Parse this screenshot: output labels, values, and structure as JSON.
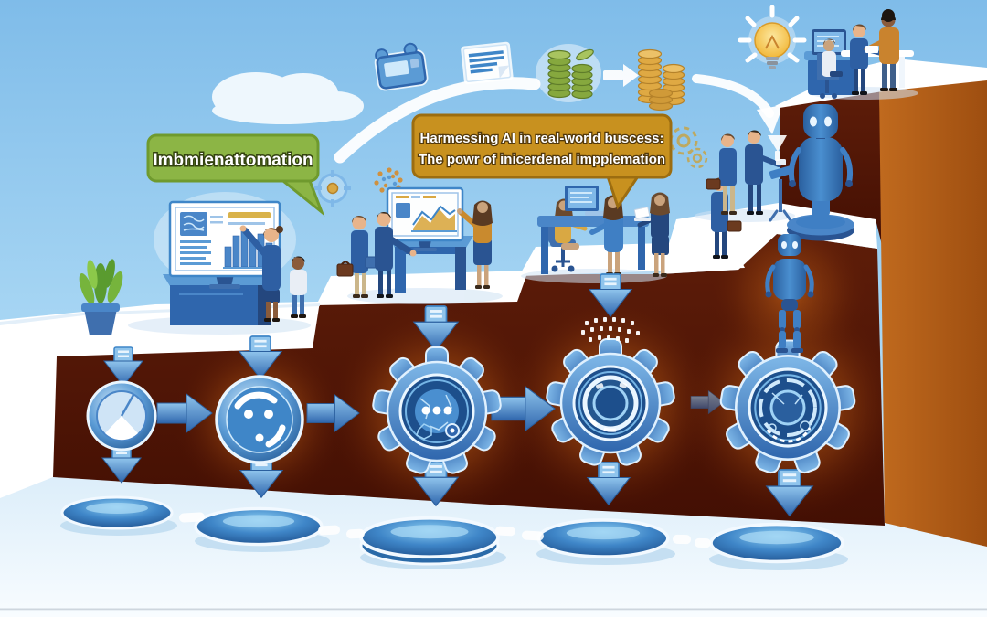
{
  "illustration": {
    "description": "Staircase diagram of AI adoption in business: office scenes on ascending steps, glowing gears and flow arrows on the wall below, robots, and reward icons floating above",
    "labels": {
      "green_bubble": "Imbmienattomation",
      "orange_bubble": {
        "line1": "Harmessing AI in real-world buscess:",
        "line2": "The powr of inicerdenal impplemation"
      }
    },
    "colors": {
      "sky_top": "#7fbce9",
      "sky_bottom": "#e8f4fd",
      "wall_front": "#521505",
      "wall_side": "#b05a14",
      "wall_glow": "#b85c16",
      "step_white": "#ffffff",
      "accent_blue": "#3f86c8",
      "accent_blue_light": "#9fd2f5",
      "label_green": "#8cb545",
      "label_orange": "#c8911f",
      "coin_green": "#86a83e",
      "coin_gold": "#dfa943",
      "bulb_yellow": "#f2b83a",
      "robot_blue": "#3f7fc4"
    },
    "icons": [
      "cloud-icon",
      "presentation-device-icon",
      "document-icon",
      "green-coins-icon",
      "right-arrow-icon",
      "gold-coins-icon",
      "lightbulb-icon",
      "gear-outline-icon",
      "target-icon",
      "dotted-sphere-icon",
      "swoosh-arrow-icon",
      "curved-arrow-icon",
      "funnel-icon",
      "potted-plant-icon",
      "pie-node-icon",
      "gauge-node-icon",
      "ai-gear-icon",
      "rings-gear-icon",
      "circuit-gear-icon",
      "down-arrow-icon",
      "flow-arrow-icon",
      "sparkles-icon",
      "robot-icon",
      "standing-robot-icon",
      "platform-disc-icon"
    ]
  }
}
